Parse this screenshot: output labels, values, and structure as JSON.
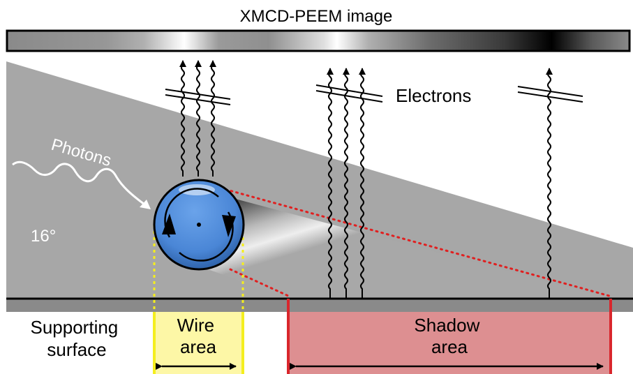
{
  "title": "XMCD-PEEM image",
  "labels": {
    "electrons": "Electrons",
    "photons": "Photons",
    "angle": "16°",
    "supporting_surface_line1": "Supporting",
    "supporting_surface_line2": "surface",
    "wire_area_line1": "Wire",
    "wire_area_line2": "area",
    "shadow_area_line1": "Shadow",
    "shadow_area_line2": "area"
  },
  "colors": {
    "beam_gray": "#a7a7a7",
    "wire_blue": "#4a86d6",
    "wire_area_fill": "#fdf7a6",
    "wire_area_edge": "#f4ee1e",
    "shadow_area_fill": "#dd8f91",
    "shadow_area_edge": "#d9262c",
    "red_dotted": "#e02020",
    "surface_gray": "#8a8a8a"
  }
}
